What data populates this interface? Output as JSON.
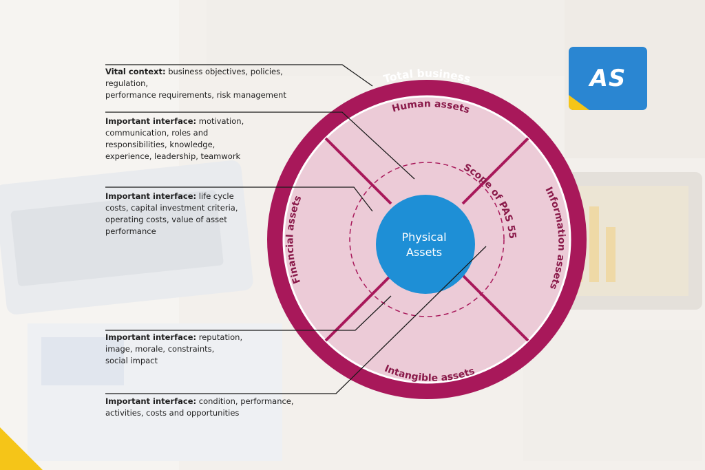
{
  "diagram": {
    "ring_label": "Total business",
    "sectors": {
      "top": "Human assets",
      "right": "Information assets",
      "bottom": "Intangible assets",
      "left": "Financial assets"
    },
    "scope_label": "Scope of PAS 55",
    "center_line1": "Physical",
    "center_line2": "Assets",
    "colors": {
      "ring": "#a8185a",
      "sector_fill": "#f3dfe4",
      "center": "#1e8fd6",
      "label": "#8a1a4a"
    }
  },
  "annotations": [
    {
      "bold": "Vital context:",
      "lines": [
        " business objectives, policies, regulation,",
        "performance requirements, risk management"
      ]
    },
    {
      "bold": "Important interface:",
      "lines": [
        " motivation,",
        "communication, roles and",
        "responsibilities, knowledge,",
        "experience, leadership, teamwork"
      ]
    },
    {
      "bold": "Important interface:",
      "lines": [
        " life cycle",
        "costs, capital investment criteria,",
        "operating costs, value of asset",
        "performance"
      ]
    },
    {
      "bold": "Important interface:",
      "lines": [
        " reputation,",
        "image, morale, constraints,",
        "social impact"
      ]
    },
    {
      "bold": "Important interface:",
      "lines": [
        " condition, performance,",
        "activities, costs and opportunities"
      ]
    }
  ],
  "logo": {
    "text": "AS",
    "color": "#2a86d2",
    "accent": "#f5c518"
  }
}
